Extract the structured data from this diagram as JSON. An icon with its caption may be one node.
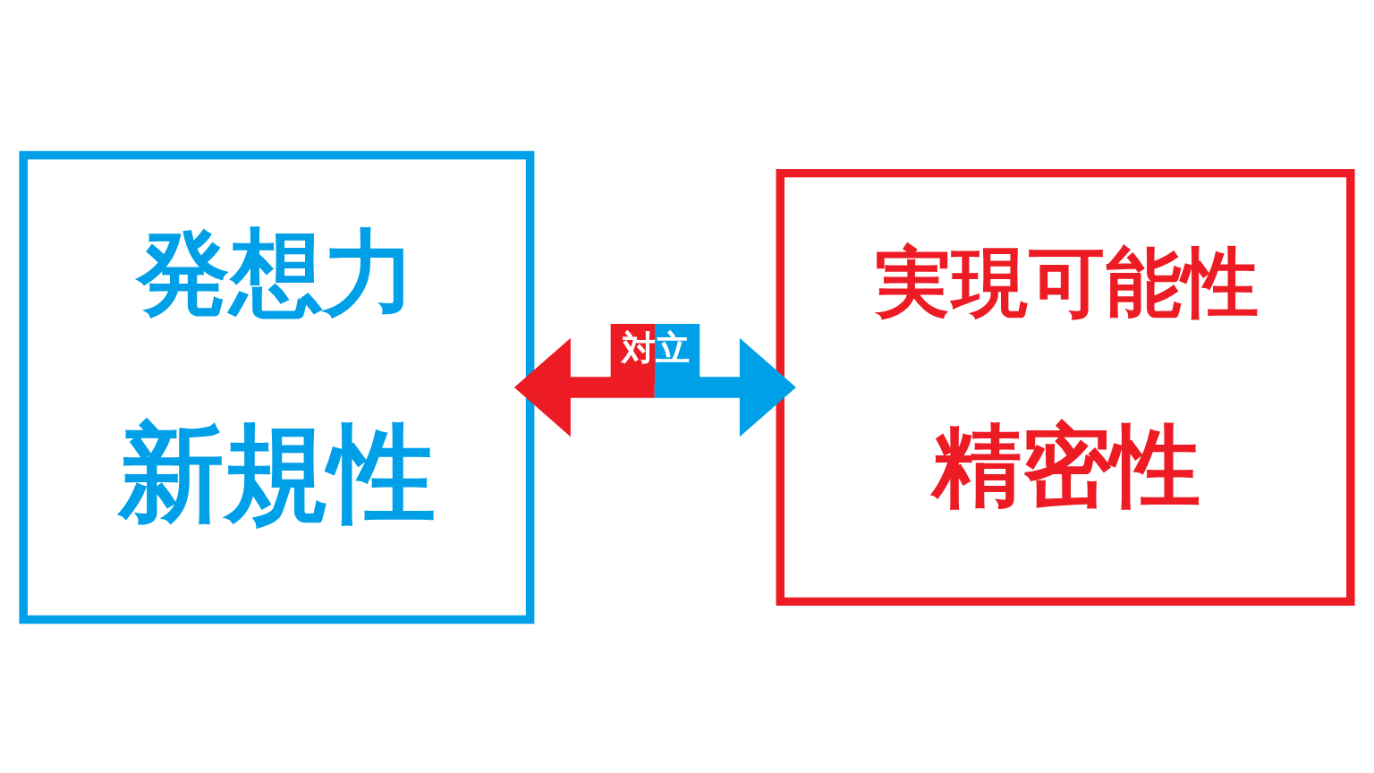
{
  "diagram": {
    "nodes": [
      {
        "text": [
          "発想力",
          "新規性"
        ]
      },
      {
        "text": [
          "実現可能性",
          "精密性"
        ]
      }
    ],
    "edges": [
      {
        "from": 0,
        "to": 1,
        "arrow": "both",
        "label": "対立"
      }
    ]
  }
}
